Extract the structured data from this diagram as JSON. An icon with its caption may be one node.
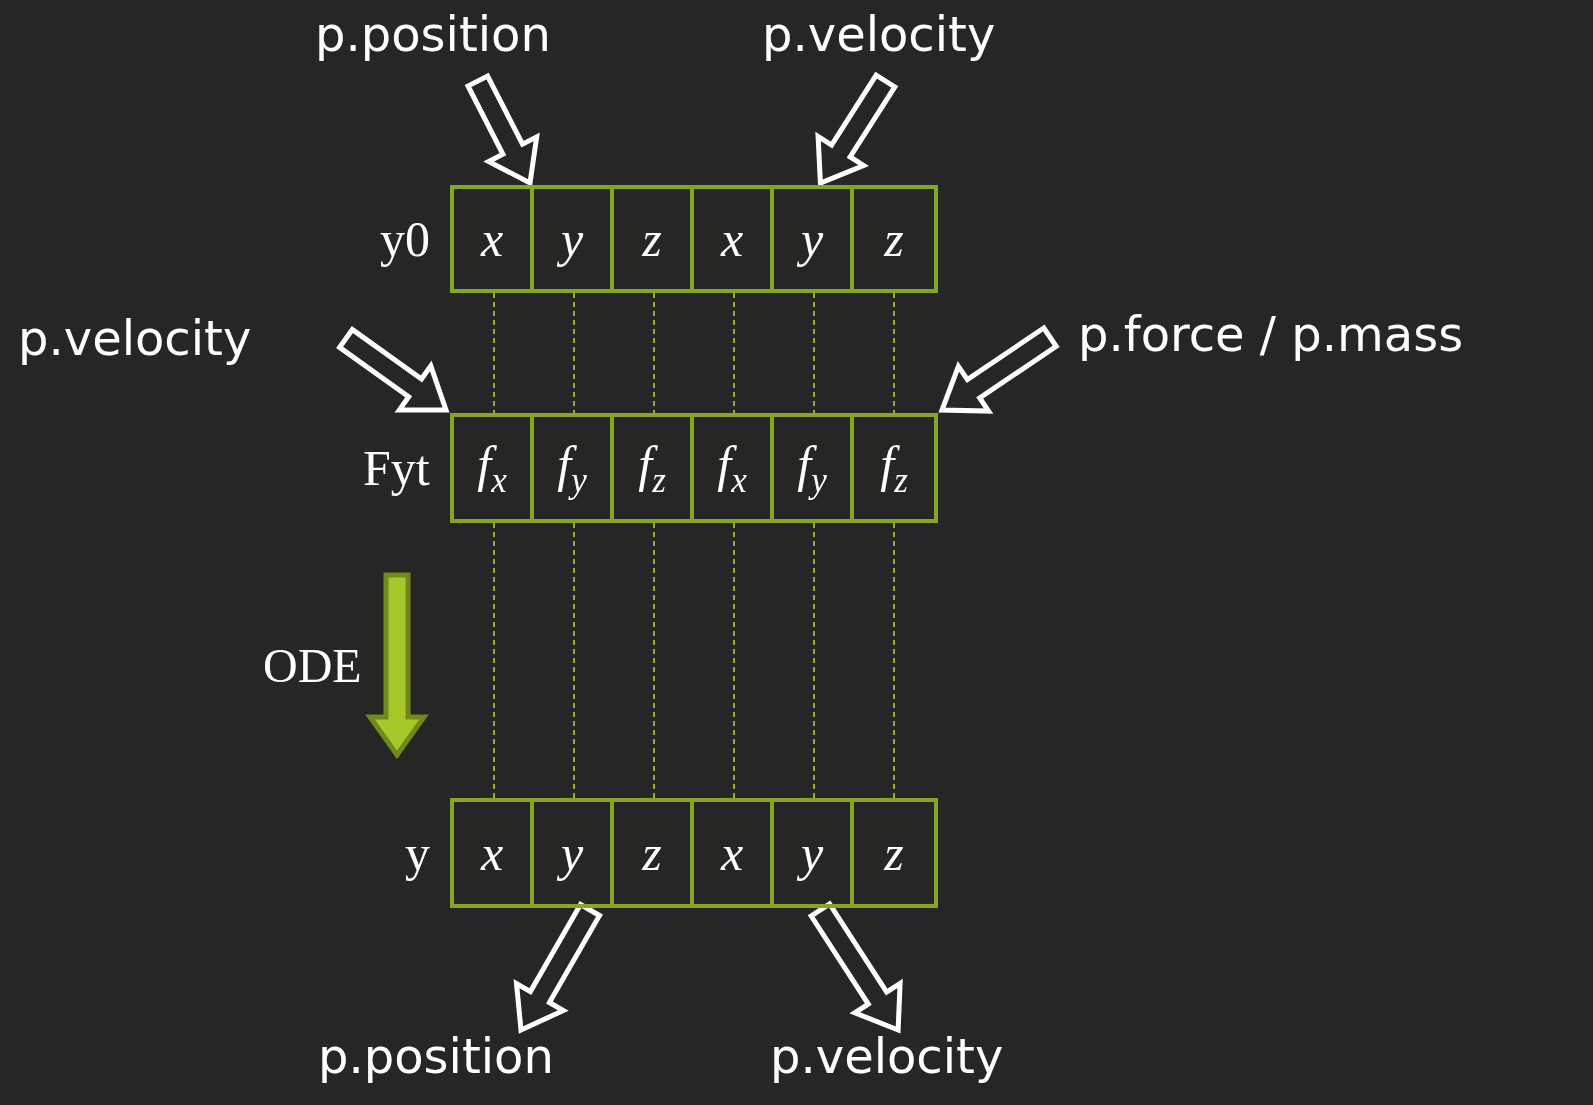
{
  "diagram": {
    "nodes": [
      {
        "text": [
          "p.position"
        ]
      },
      {
        "text": [
          "p.velocity"
        ]
      },
      {
        "text": [],
        "shape": "box",
        "beside": [
          "y0"
        ]
      },
      {
        "text": [
          "x"
        ],
        "in": 2
      },
      {
        "text": [
          "y"
        ],
        "in": 2
      },
      {
        "text": [
          "z"
        ],
        "in": 2
      },
      {
        "text": [
          "x"
        ],
        "in": 2
      },
      {
        "text": [
          "y"
        ],
        "in": 2
      },
      {
        "text": [
          "z"
        ],
        "in": 2
      },
      {
        "text": [
          "p.velocity"
        ]
      },
      {
        "text": [
          "p.force / p.mass"
        ]
      },
      {
        "text": [],
        "shape": "box",
        "beside": [
          "Fyt"
        ]
      },
      {
        "text": [
          "f$_{x}$"
        ],
        "in": 11
      },
      {
        "text": [
          "f$_{y}$"
        ],
        "in": 11
      },
      {
        "text": [
          "f$_{z}$"
        ],
        "in": 11
      },
      {
        "text": [
          "f$_{x}$"
        ],
        "in": 11
      },
      {
        "text": [
          "f$_{y}$"
        ],
        "in": 11
      },
      {
        "text": [
          "f$_{z}$"
        ],
        "in": 11
      },
      {
        "text": [],
        "shape": "box",
        "beside": [
          "y"
        ]
      },
      {
        "text": [
          "x"
        ],
        "in": 18
      },
      {
        "text": [
          "y"
        ],
        "in": 18
      },
      {
        "text": [
          "z"
        ],
        "in": 18
      },
      {
        "text": [
          "x"
        ],
        "in": 18
      },
      {
        "text": [
          "y"
        ],
        "in": 18
      },
      {
        "text": [
          "z"
        ],
        "in": 18
      },
      {
        "text": [
          "p.position"
        ]
      },
      {
        "text": [
          "p.velocity"
        ]
      }
    ],
    "edges": [
      {
        "from": 0,
        "to": 3,
        "arrow": "to",
        "style": "thick",
        "color": "#ffffff"
      },
      {
        "from": 1,
        "to": 7,
        "arrow": "to",
        "style": "thick",
        "color": "#ffffff"
      },
      {
        "from": 9,
        "to": 11,
        "arrow": "to",
        "style": "thick",
        "color": "#ffffff"
      },
      {
        "from": 10,
        "to": 11,
        "arrow": "to",
        "style": "thick",
        "color": "#ffffff"
      },
      {
        "from": 3,
        "to": 12,
        "arrow": "none",
        "style": "dashed"
      },
      {
        "from": 4,
        "to": 13,
        "arrow": "none",
        "style": "dashed"
      },
      {
        "from": 5,
        "to": 14,
        "arrow": "none",
        "style": "dashed"
      },
      {
        "from": 6,
        "to": 15,
        "arrow": "none",
        "style": "dashed"
      },
      {
        "from": 7,
        "to": 16,
        "arrow": "none",
        "style": "dashed"
      },
      {
        "from": 8,
        "to": 17,
        "arrow": "none",
        "style": "dashed"
      },
      {
        "from": 11,
        "to": 18,
        "arrow": "to",
        "label": "ODE",
        "style": "thick",
        "color": "#a6c82a"
      },
      {
        "from": 12,
        "to": 19,
        "arrow": "none",
        "style": "dashed"
      },
      {
        "from": 13,
        "to": 20,
        "arrow": "none",
        "style": "dashed"
      },
      {
        "from": 14,
        "to": 21,
        "arrow": "none",
        "style": "dashed"
      },
      {
        "from": 15,
        "to": 22,
        "arrow": "none",
        "style": "dashed"
      },
      {
        "from": 16,
        "to": 23,
        "arrow": "none",
        "style": "dashed"
      },
      {
        "from": 17,
        "to": 24,
        "arrow": "none",
        "style": "dashed"
      },
      {
        "from": 20,
        "to": 25,
        "arrow": "to",
        "style": "thick",
        "color": "#ffffff"
      },
      {
        "from": 23,
        "to": 26,
        "arrow": "to",
        "style": "thick",
        "color": "#ffffff"
      }
    ]
  }
}
